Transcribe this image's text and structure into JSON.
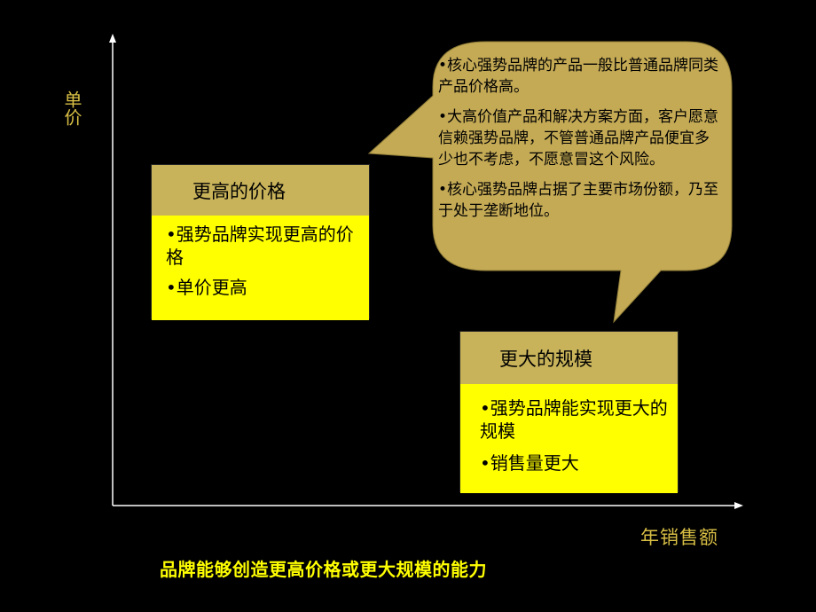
{
  "axes": {
    "y_label": "单价",
    "x_label": "年销售额"
  },
  "card_price": {
    "title": "更高的价格",
    "bullets": [
      "•强势品牌实现更高的价格",
      "•单价更高"
    ]
  },
  "card_scale": {
    "title": "更大的规模",
    "bullets": [
      "•强势品牌能实现更大的规模",
      "•销售量更大"
    ]
  },
  "callout": {
    "paragraphs": [
      "•核心强势品牌的产品一般比普通品牌同类产品价格高。",
      "•大高价值产品和解决方案方面，客户愿意信赖强势品牌，不管普通品牌产品便宜多少也不考虑，不愿意冒这个风险。",
      "•核心强势品牌占据了主要市场份额，乃至于处于垄断地位。"
    ]
  },
  "caption": "品牌能够创造更高价格或更大规模的能力",
  "colors": {
    "background": "#000000",
    "header_fill": "#c8b35a",
    "body_fill": "#ffff00",
    "callout_fill": "#c4aa55",
    "axis": "#ffffff",
    "label_text": "#d9bf45",
    "caption_text": "#ffff00"
  }
}
